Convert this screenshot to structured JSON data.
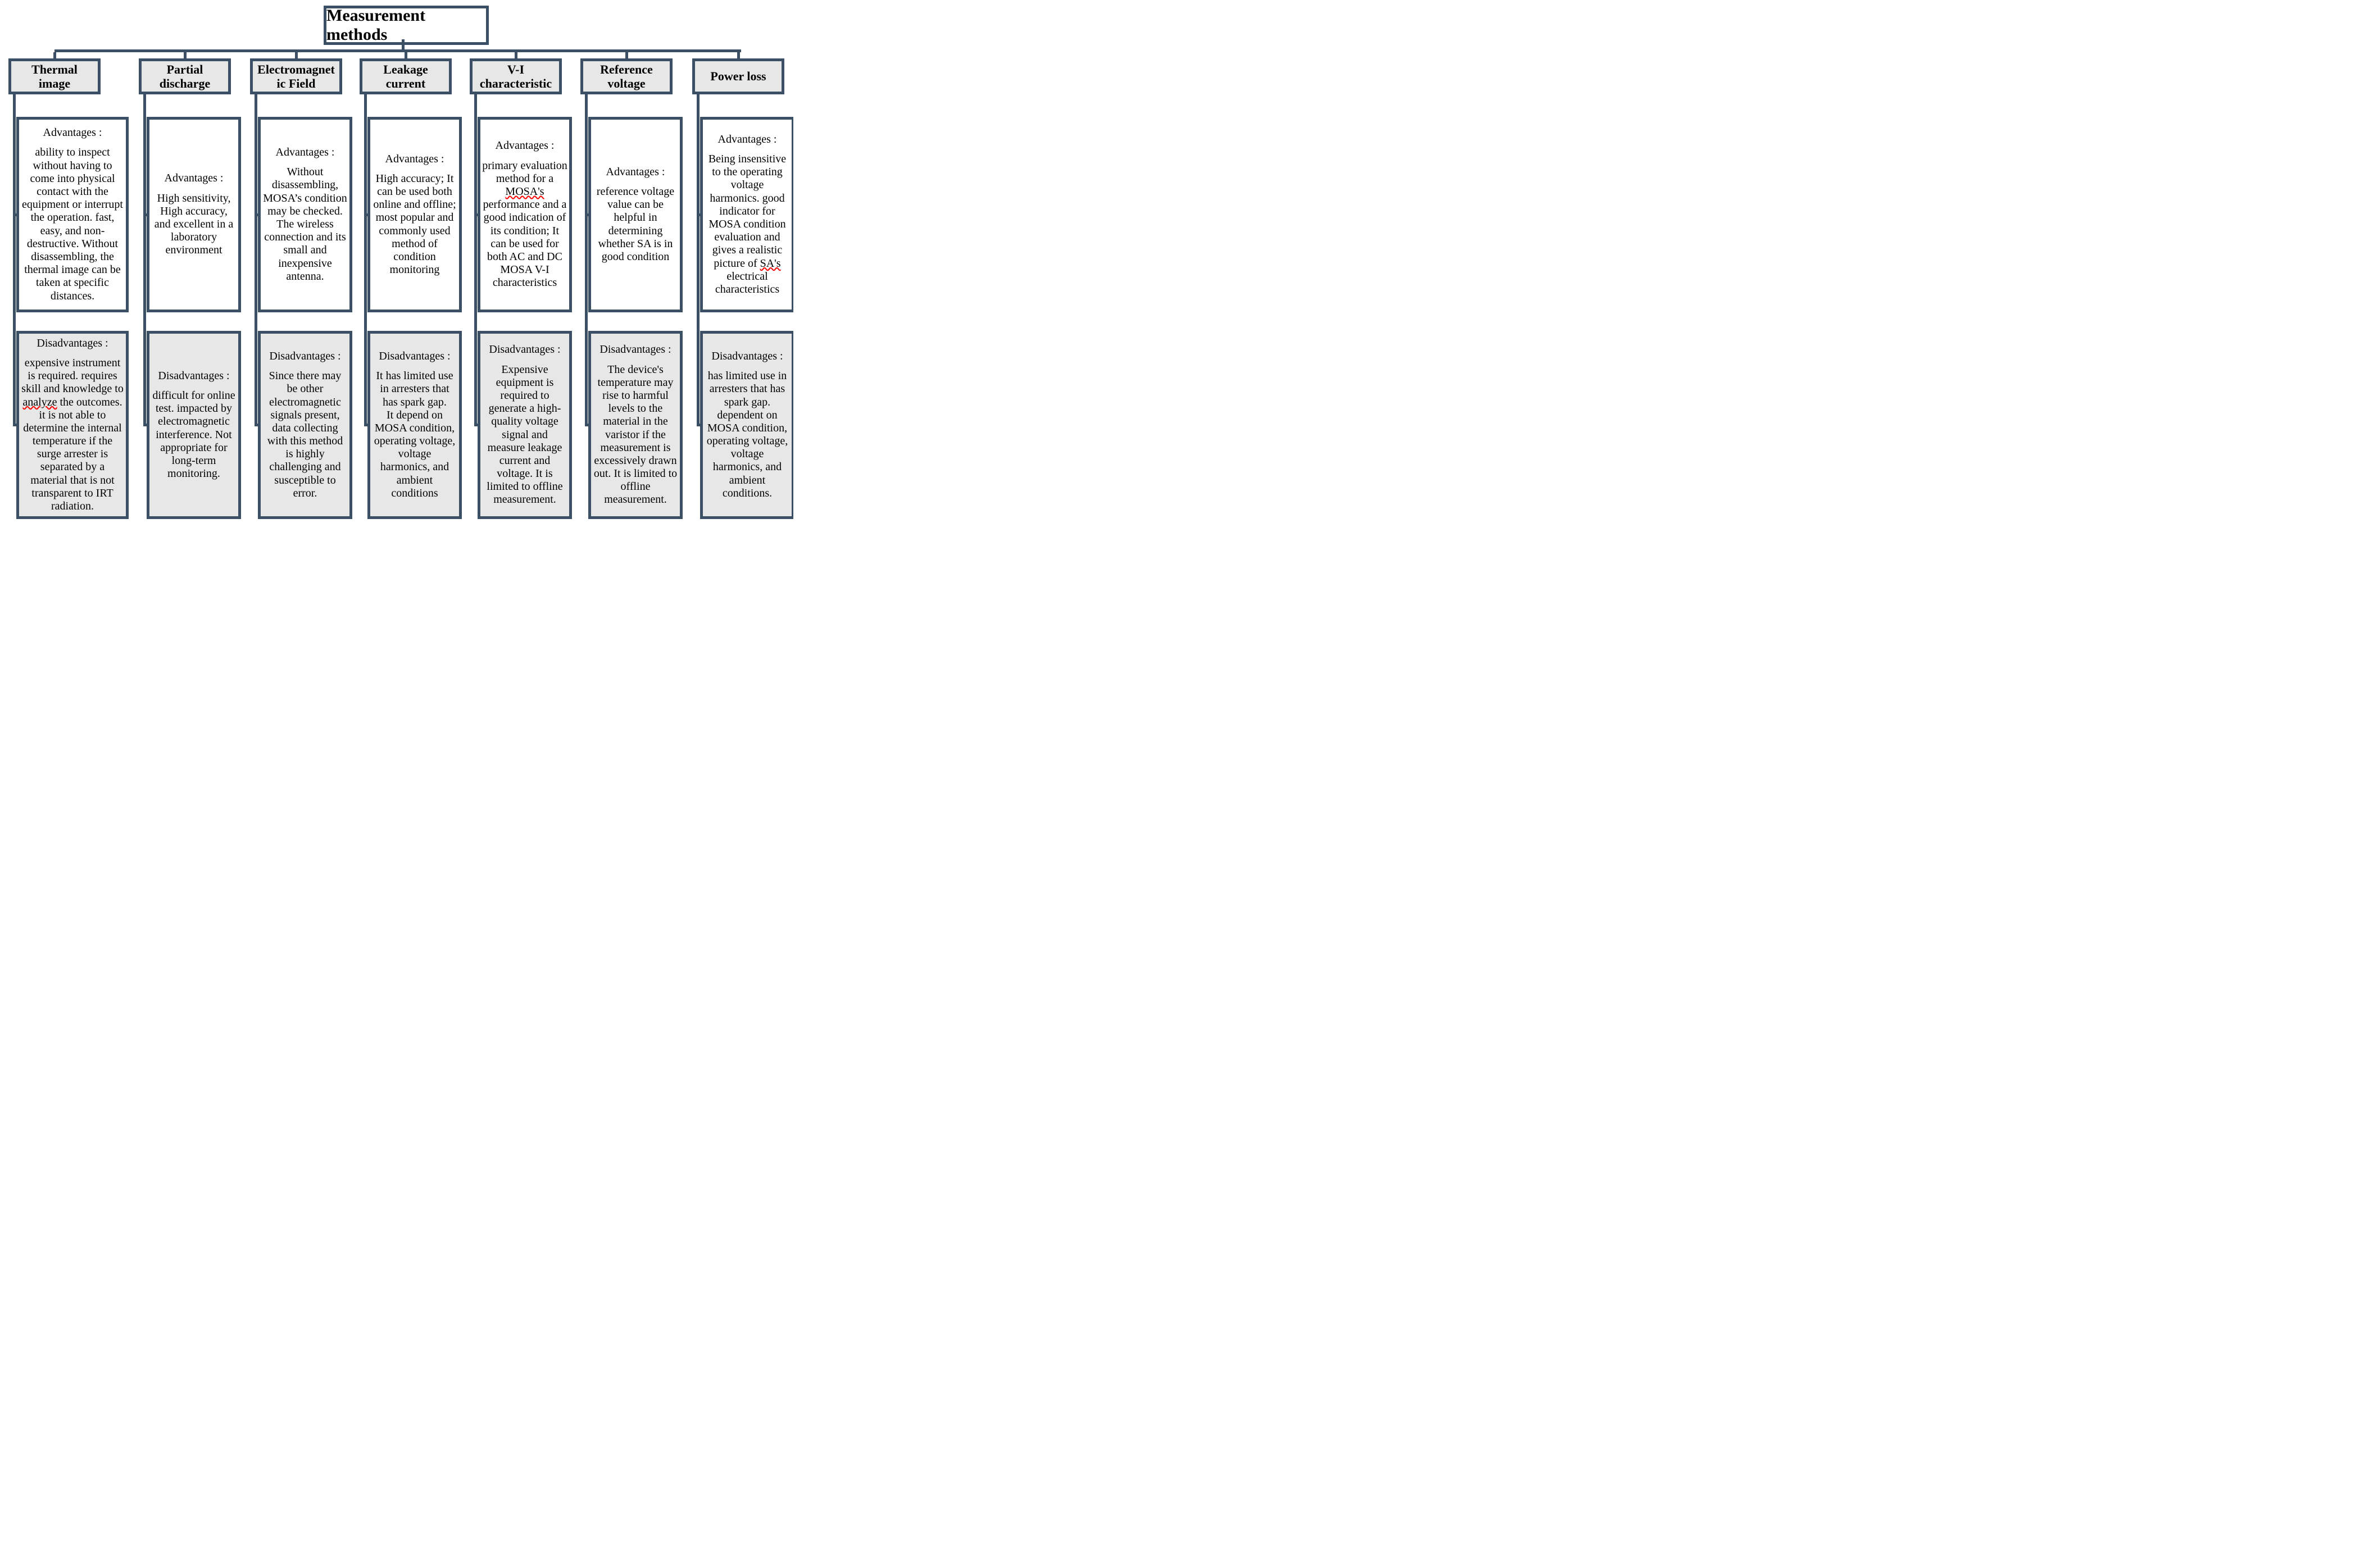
{
  "title": "Measurement methods",
  "section_labels": {
    "advantages": "Advantages :",
    "disadvantages": "Disadvantages :"
  },
  "colors": {
    "line": "#3b5065",
    "header_fill": "#e7e7e7",
    "advantages_fill": "#ffffff",
    "disadvantages_fill": "#e7e7e7",
    "spellcheck_underline": "#ff0000"
  },
  "methods": [
    {
      "name": "Thermal\nimage",
      "advantages": {
        "pre": "ability to inspect without having to come into physical contact with the equipment or interrupt the operation. fast, easy, and non-destructive. Without disassembling, the thermal image can be taken at specific distances.",
        "mark": "",
        "post": ""
      },
      "disadvantages": {
        "pre": "expensive instrument is required. requires skill and knowledge to ",
        "mark": "analyze",
        "post": " the outcomes. it is not able to determine the internal temperature if the surge arrester is separated by a material that is not transparent to IRT radiation."
      }
    },
    {
      "name": "Partial\ndischarge",
      "advantages": {
        "pre": "High sensitivity, High accuracy, and excellent in a laboratory environment",
        "mark": "",
        "post": ""
      },
      "disadvantages": {
        "pre": "difficult for online test. impacted by electromagnetic interference. Not appropriate for long-term monitoring.",
        "mark": "",
        "post": ""
      }
    },
    {
      "name": "Electromagnet\nic Field",
      "advantages": {
        "pre": "Without disassembling, MOSA’s condition may be checked. The wireless connection and its small and inexpensive antenna.",
        "mark": "",
        "post": ""
      },
      "disadvantages": {
        "pre": "Since there may be other electromagnetic signals present, data collecting with this method is highly challenging and susceptible to error.",
        "mark": "",
        "post": ""
      }
    },
    {
      "name": "Leakage\ncurrent",
      "advantages": {
        "pre": "High accuracy; It can be used both online and offline; most popular and commonly used method of condition monitoring",
        "mark": "",
        "post": ""
      },
      "disadvantages": {
        "pre": "It has limited use in arresters that has spark gap.\nIt depend on MOSA condition, operating voltage, voltage harmonics, and ambient conditions",
        "mark": "",
        "post": ""
      }
    },
    {
      "name": "V-I\ncharacteristic",
      "advantages": {
        "pre": "primary evaluation method for a ",
        "mark": "MOSA's",
        "post": " performance and a good indication of its condition; It can be used for both AC and DC MOSA V-I characteristics"
      },
      "disadvantages": {
        "pre": "Expensive equipment is required to generate a high-quality voltage signal and measure leakage current and voltage. It is limited to offline measurement.",
        "mark": "",
        "post": ""
      }
    },
    {
      "name": "Reference\nvoltage",
      "advantages": {
        "pre": "reference voltage value can be helpful in determining whether SA is in good condition",
        "mark": "",
        "post": ""
      },
      "disadvantages": {
        "pre": "The device's temperature may rise to harmful levels to the material in the varistor if the measurement is excessively drawn out. It is limited to offline measurement.",
        "mark": "",
        "post": ""
      }
    },
    {
      "name": "Power loss",
      "advantages": {
        "pre": "Being insensitive to the operating voltage harmonics. good indicator for MOSA condition evaluation and gives a realistic picture of ",
        "mark": "SA's",
        "post": " electrical characteristics"
      },
      "disadvantages": {
        "pre": "has limited use in arresters that has spark gap. dependent on MOSA condition, operating voltage, voltage harmonics, and ambient conditions.",
        "mark": "",
        "post": ""
      }
    }
  ]
}
